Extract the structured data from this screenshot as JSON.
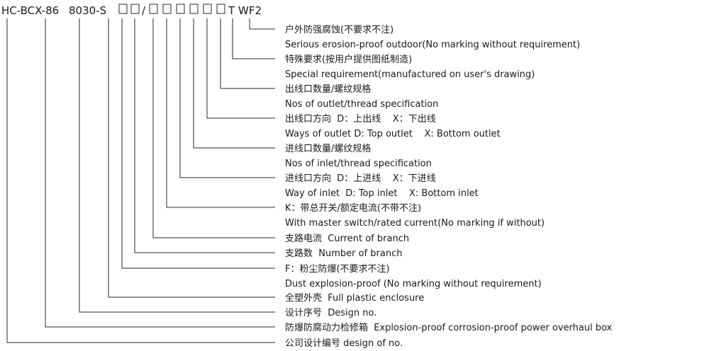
{
  "code": {
    "segments": [
      {
        "text": "HC-BCX-86",
        "kind": "text"
      },
      {
        "text": "8030-S",
        "kind": "text"
      },
      {
        "kind": "box"
      },
      {
        "kind": "box"
      },
      {
        "text": "/",
        "kind": "text"
      },
      {
        "kind": "box"
      },
      {
        "kind": "box"
      },
      {
        "kind": "box"
      },
      {
        "kind": "box"
      },
      {
        "kind": "box"
      },
      {
        "kind": "box"
      },
      {
        "text": "T",
        "kind": "text"
      },
      {
        "text": "WF2",
        "kind": "text"
      }
    ]
  },
  "labels": [
    "户外防强腐蚀(不要求不注)",
    "Serious erosion-proof outdoor(No marking without requirement)",
    "特殊要求(按用户提供图纸制造)",
    "Special requirement(manufactured on user's drawing)",
    "出线口数量/螺纹规格",
    "Nos of outlet/thread specification",
    "出线口方向  D：上出线    X：下出线",
    "Ways of outlet D: Top outlet    X: Bottom outlet",
    "进线口数量/螺纹规格",
    "Nos of inlet/thread specification",
    "进线口方向  D：上进线    X：下进线",
    "Way of inlet  D: Top inlet    X: Bottom inlet",
    "K：带总开关/额定电流(不带不注)",
    "With master switch/rated current(No marking if without)",
    "支路电流  Current of branch",
    "支路数  Number of branch",
    "F：粉尘防爆(不要求不注)",
    "Dust explosion-proof (No marking without requirement)",
    "全塑外壳  Full plastic enclosure",
    "设计序号  Design no.",
    "防爆防腐动力检修箱  Explosion-proof corrosion-proof power overhaul box",
    "公司设计编号 design of no."
  ]
}
